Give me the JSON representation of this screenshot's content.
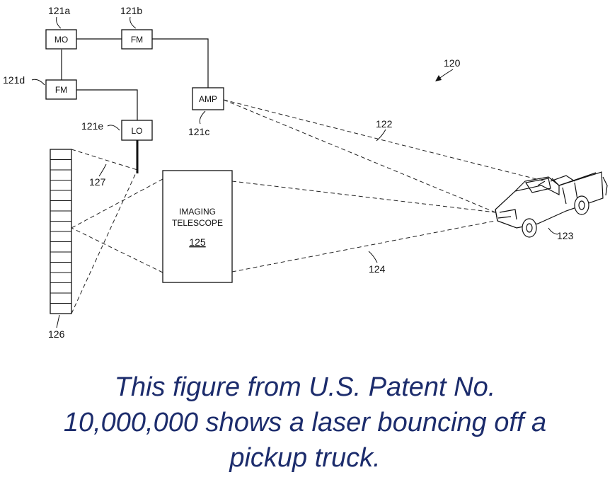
{
  "figure": {
    "system_ref": "120",
    "blocks": {
      "mo": {
        "ref": "121a",
        "label": "MO"
      },
      "fm_top": {
        "ref": "121b",
        "label": "FM"
      },
      "amp": {
        "ref": "121c",
        "label": "AMP"
      },
      "fm_left": {
        "ref": "121d",
        "label": "FM"
      },
      "lo": {
        "ref": "121e",
        "label": "LO"
      }
    },
    "beams": {
      "transmit_ref": "122",
      "return_ref": "124",
      "lo_beam_ref": "127"
    },
    "target_ref": "123",
    "telescope": {
      "line1": "IMAGING",
      "line2": "TELESCOPE",
      "ref": "125"
    },
    "detector_ref": "126"
  },
  "caption": {
    "line1": "This figure from U.S. Patent No.",
    "line2": "10,000,000 shows a laser bouncing off a",
    "line3": "pickup truck."
  }
}
